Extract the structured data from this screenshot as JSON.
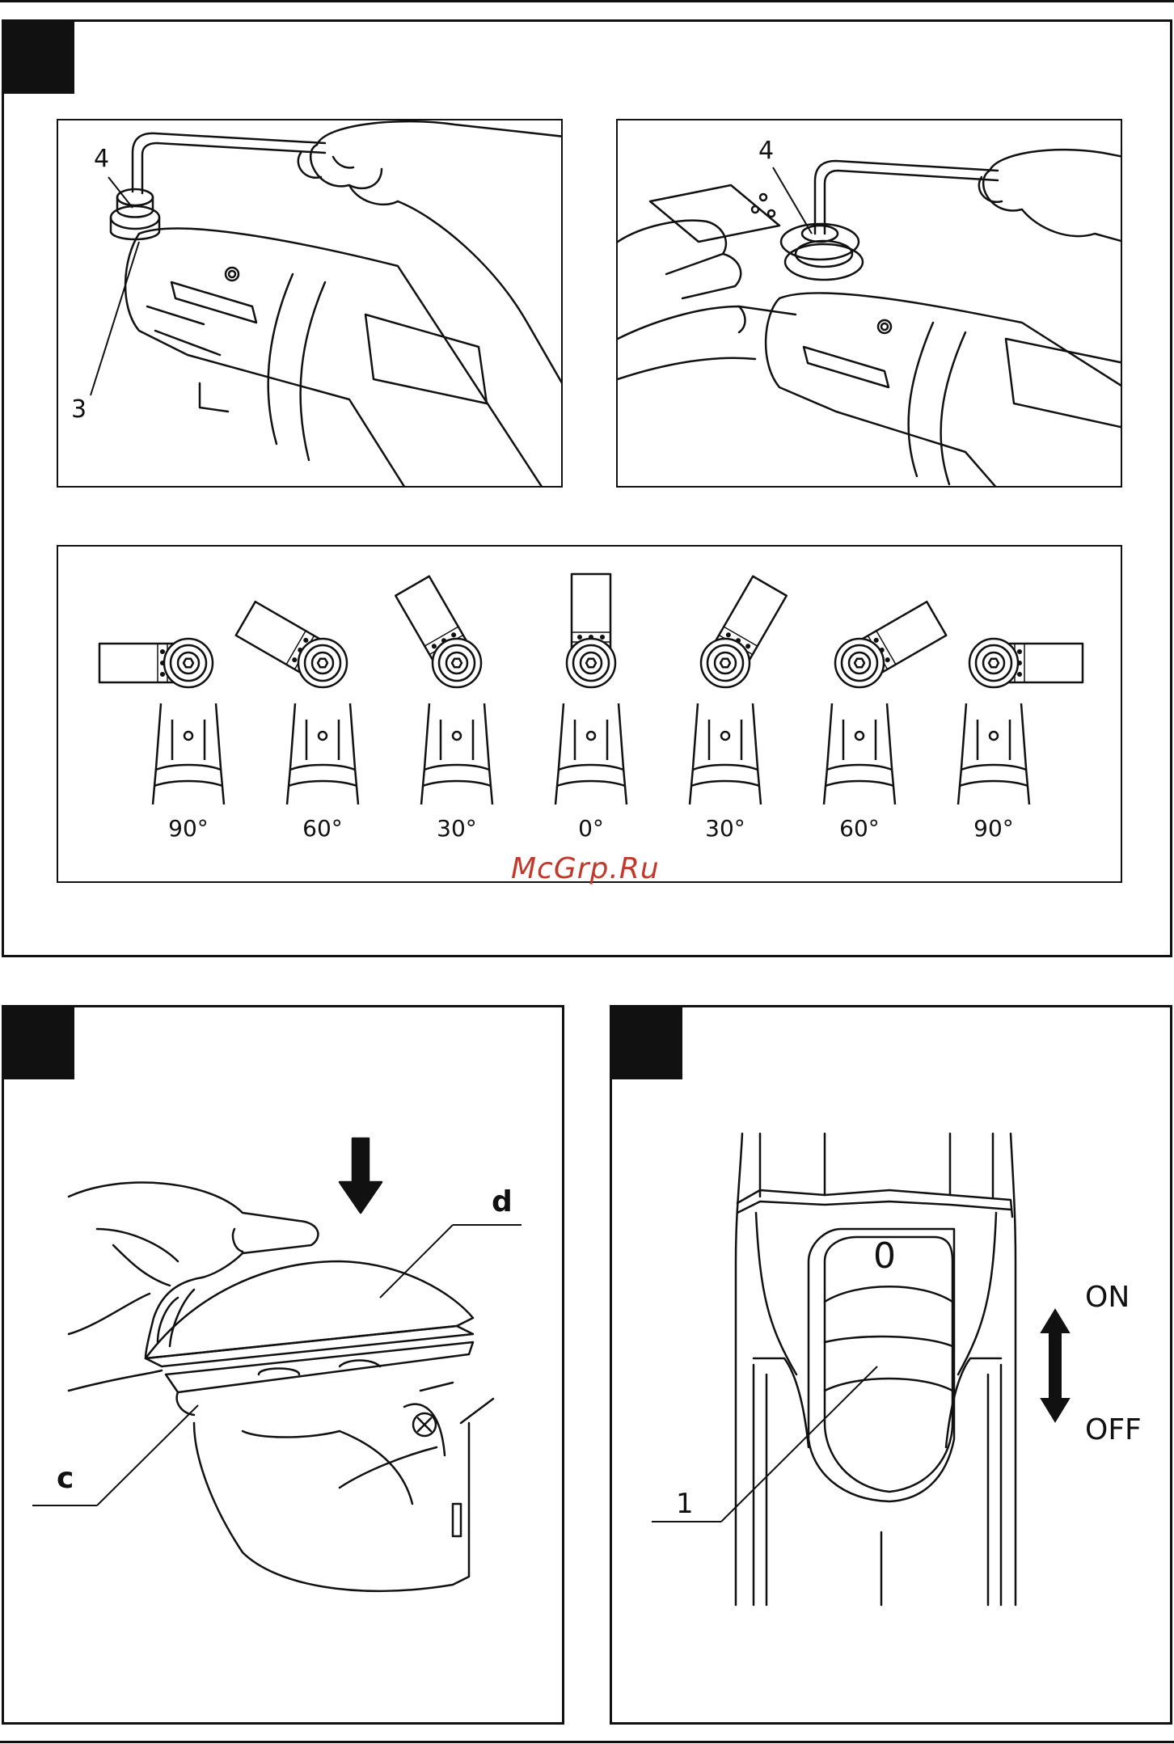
{
  "figure_top": {
    "callouts_left": [
      "4",
      "3"
    ],
    "callout_right": "4",
    "angles": [
      "90°",
      "60°",
      "30°",
      "0°",
      "30°",
      "60°",
      "90°"
    ],
    "angle_deg": [
      -90,
      -60,
      -30,
      0,
      30,
      60,
      90
    ]
  },
  "watermark": {
    "text": "McGrp.Ru",
    "color": "#c0392b"
  },
  "figure_bottom_left": {
    "label_d": "d",
    "label_c": "c"
  },
  "figure_bottom_right": {
    "switch_label": "0",
    "on_label": "ON",
    "off_label": "OFF",
    "callout": "1"
  }
}
